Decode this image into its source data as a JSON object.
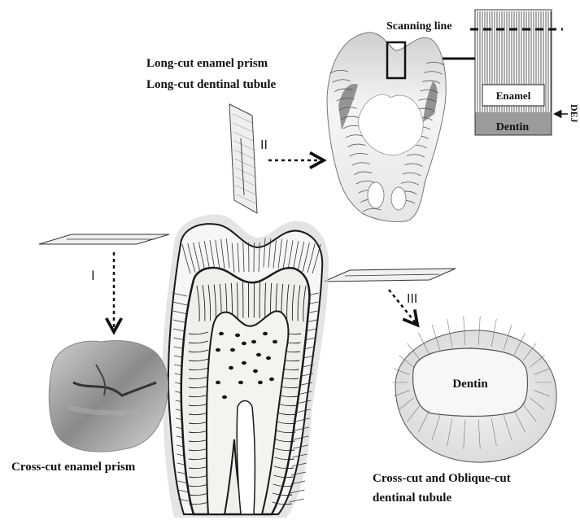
{
  "labels": {
    "scanning_line": "Scanning line",
    "enamel": "Enamel",
    "dej": "DEJ",
    "dentin_box": "Dentin",
    "long_cut_line1": "Long-cut enamel prism",
    "long_cut_line2": "Long-cut dentinal tubule",
    "roman_one": "I",
    "roman_two": "II",
    "roman_three": "III",
    "cross_cut_enamel": "Cross-cut enamel prism",
    "dentin_disk": "Dentin",
    "cross_oblique_line1": "Cross-cut and Oblique-cut",
    "cross_oblique_line2": "dentinal tubule"
  },
  "colors": {
    "stroke": "#1a1a1a",
    "enamel_fill": "#f4f4f2",
    "dentin_fill": "#9a9a9a",
    "pulp_fill": "#ffffff",
    "cross_section_grey": "#6e6e6e"
  }
}
